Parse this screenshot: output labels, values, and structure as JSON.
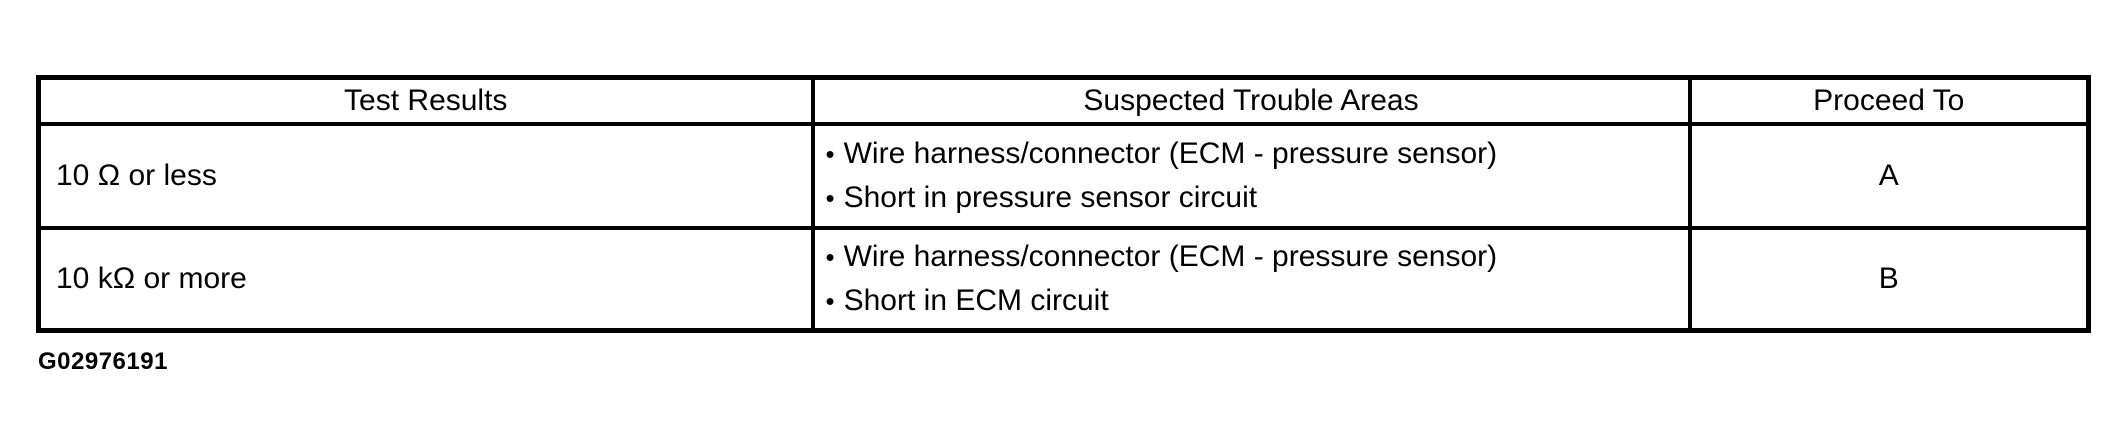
{
  "table": {
    "bullet_char": "•",
    "headers": [
      "Test Results",
      "Suspected Trouble Areas",
      "Proceed To"
    ],
    "rows": [
      {
        "test_result": "10 Ω or less",
        "trouble_areas": [
          "Wire harness/connector (ECM - pressure sensor)",
          "Short in pressure sensor circuit"
        ],
        "proceed_to": "A"
      },
      {
        "test_result": "10 kΩ or more",
        "trouble_areas": [
          "Wire harness/connector (ECM - pressure sensor)",
          "Short in ECM circuit"
        ],
        "proceed_to": "B"
      }
    ]
  },
  "figure_label": "G02976191"
}
